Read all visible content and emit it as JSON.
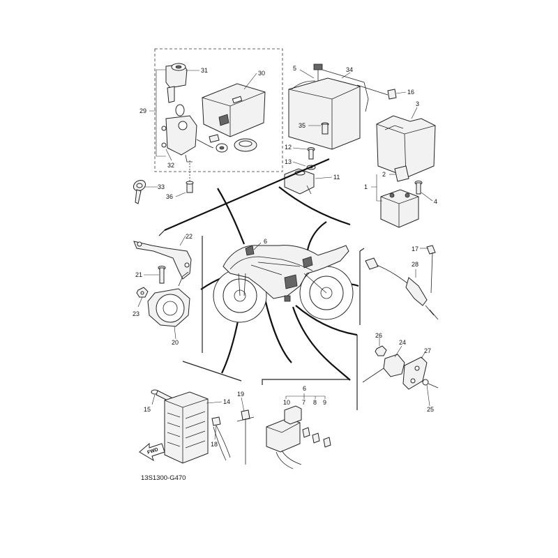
{
  "diagram": {
    "code": "13S1300-G470",
    "fwd_label": "FWD",
    "callouts": [
      "1",
      "2",
      "3",
      "4",
      "5",
      "6",
      "7",
      "8",
      "9",
      "10",
      "11",
      "12",
      "13",
      "14",
      "15",
      "16",
      "17",
      "18",
      "19",
      "20",
      "21",
      "22",
      "23",
      "24",
      "25",
      "26",
      "27",
      "28",
      "29",
      "30",
      "31",
      "32",
      "33",
      "34",
      "35",
      "36"
    ],
    "group6_sub": [
      "10",
      "7",
      "8",
      "9"
    ]
  }
}
